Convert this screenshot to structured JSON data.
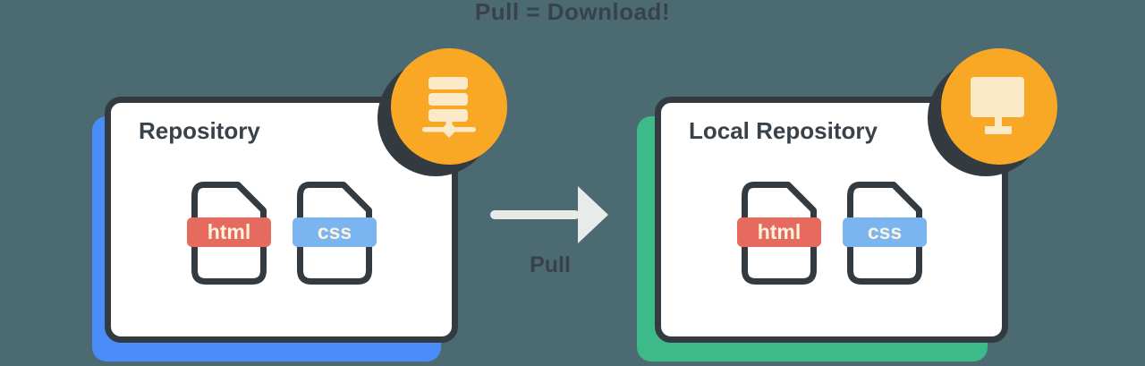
{
  "title": "Pull = Download!",
  "arrow": {
    "label": "Pull",
    "direction": "right"
  },
  "cards": [
    {
      "label": "Repository",
      "badge_icon": "server-icon",
      "shadow_color": "#4a8df8",
      "files": [
        {
          "label": "html",
          "color": "#e76a5f"
        },
        {
          "label": "css",
          "color": "#7ab5f1"
        }
      ]
    },
    {
      "label": "Local Repository",
      "badge_icon": "monitor-icon",
      "shadow_color": "#3cba8a",
      "files": [
        {
          "label": "html",
          "color": "#e76a5f"
        },
        {
          "label": "css",
          "color": "#7ab5f1"
        }
      ]
    }
  ],
  "colors": {
    "background": "#4c6a72",
    "ink": "#39424a",
    "outline_dark": "#333b41",
    "blue_shadow": "#4a8df8",
    "green_shadow": "#3cba8a",
    "badge_orange": "#f9a826",
    "icon_cream": "#fbe9c8",
    "html_red": "#e76a5f",
    "css_blue": "#7ab5f1",
    "file_label_text": "#fcf3de",
    "arrow_gray": "#e9eaea"
  }
}
